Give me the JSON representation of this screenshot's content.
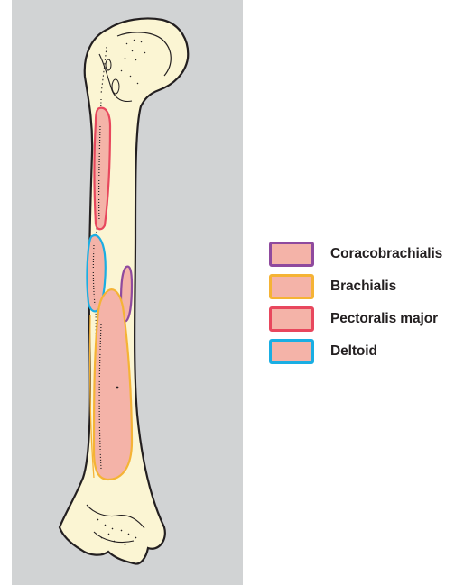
{
  "colors": {
    "panel_background": "#d1d3d4",
    "bone_fill": "#fbf5d3",
    "bone_outline": "#231f20",
    "muscle_fill": "#f4b3a8",
    "coracobrachialis": "#8f4a9e",
    "brachialis": "#f5b335",
    "pectoralis_major": "#e8475d",
    "deltoid": "#1aaee3"
  },
  "icons": {
    "bone": "humerus-bone-icon"
  },
  "legend": {
    "items": [
      {
        "id": "coracobrachialis",
        "label": "Coracobrachialis",
        "color": "#8f4a9e"
      },
      {
        "id": "brachialis",
        "label": "Brachialis",
        "color": "#f5b335"
      },
      {
        "id": "pectoralis_major",
        "label": "Pectoralis major",
        "color": "#e8475d"
      },
      {
        "id": "deltoid",
        "label": "Deltoid",
        "color": "#1aaee3"
      }
    ]
  }
}
